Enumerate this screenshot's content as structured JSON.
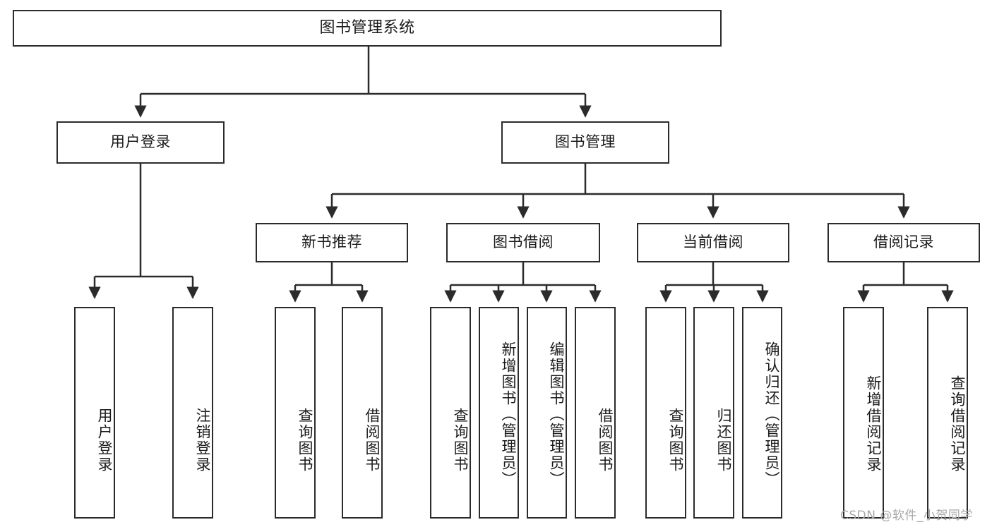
{
  "diagram": {
    "title": "图书管理系统",
    "type": "tree-hierarchy-chart",
    "colors": {
      "box_border": "#2b2b2b",
      "box_fill": "#ffffff",
      "line": "#2b2b2b",
      "text": "#1a1a1a",
      "watermark": "#a8a8a8"
    },
    "levels": {
      "root": {
        "label": "图书管理系统"
      },
      "level2": [
        {
          "id": "user-login",
          "label": "用户登录"
        },
        {
          "id": "book-manage",
          "label": "图书管理"
        }
      ],
      "level3": [
        {
          "id": "new-book-recommend",
          "label": "新书推荐",
          "parent": "book-manage"
        },
        {
          "id": "book-borrow",
          "label": "图书借阅",
          "parent": "book-manage"
        },
        {
          "id": "current-borrow",
          "label": "当前借阅",
          "parent": "book-manage"
        },
        {
          "id": "borrow-record",
          "label": "借阅记录",
          "parent": "book-manage"
        }
      ],
      "leaves": [
        {
          "id": "leaf-user-login",
          "label": "用户登录",
          "parent": "user-login"
        },
        {
          "id": "leaf-logout-login",
          "label": "注销登录",
          "parent": "user-login"
        },
        {
          "id": "leaf-query-book-1",
          "label": "查询图书",
          "parent": "new-book-recommend"
        },
        {
          "id": "leaf-borrow-book-1",
          "label": "借阅图书",
          "parent": "new-book-recommend"
        },
        {
          "id": "leaf-query-book-2",
          "label": "查询图书",
          "parent": "book-borrow"
        },
        {
          "id": "leaf-add-book",
          "label": "新增图书（管理员）",
          "parent": "book-borrow"
        },
        {
          "id": "leaf-edit-book",
          "label": "编辑图书（管理员）",
          "parent": "book-borrow"
        },
        {
          "id": "leaf-borrow-book-2",
          "label": "借阅图书",
          "parent": "book-borrow"
        },
        {
          "id": "leaf-query-book-3",
          "label": "查询图书",
          "parent": "current-borrow"
        },
        {
          "id": "leaf-return-book",
          "label": "归还图书",
          "parent": "current-borrow"
        },
        {
          "id": "leaf-confirm-return",
          "label": "确认归还（管理员）",
          "parent": "current-borrow"
        },
        {
          "id": "leaf-add-record",
          "label": "新增借阅记录",
          "parent": "borrow-record"
        },
        {
          "id": "leaf-query-record",
          "label": "查询借阅记录",
          "parent": "borrow-record"
        }
      ]
    }
  },
  "watermark": {
    "text": "CSDN @软件_小贺同学"
  }
}
